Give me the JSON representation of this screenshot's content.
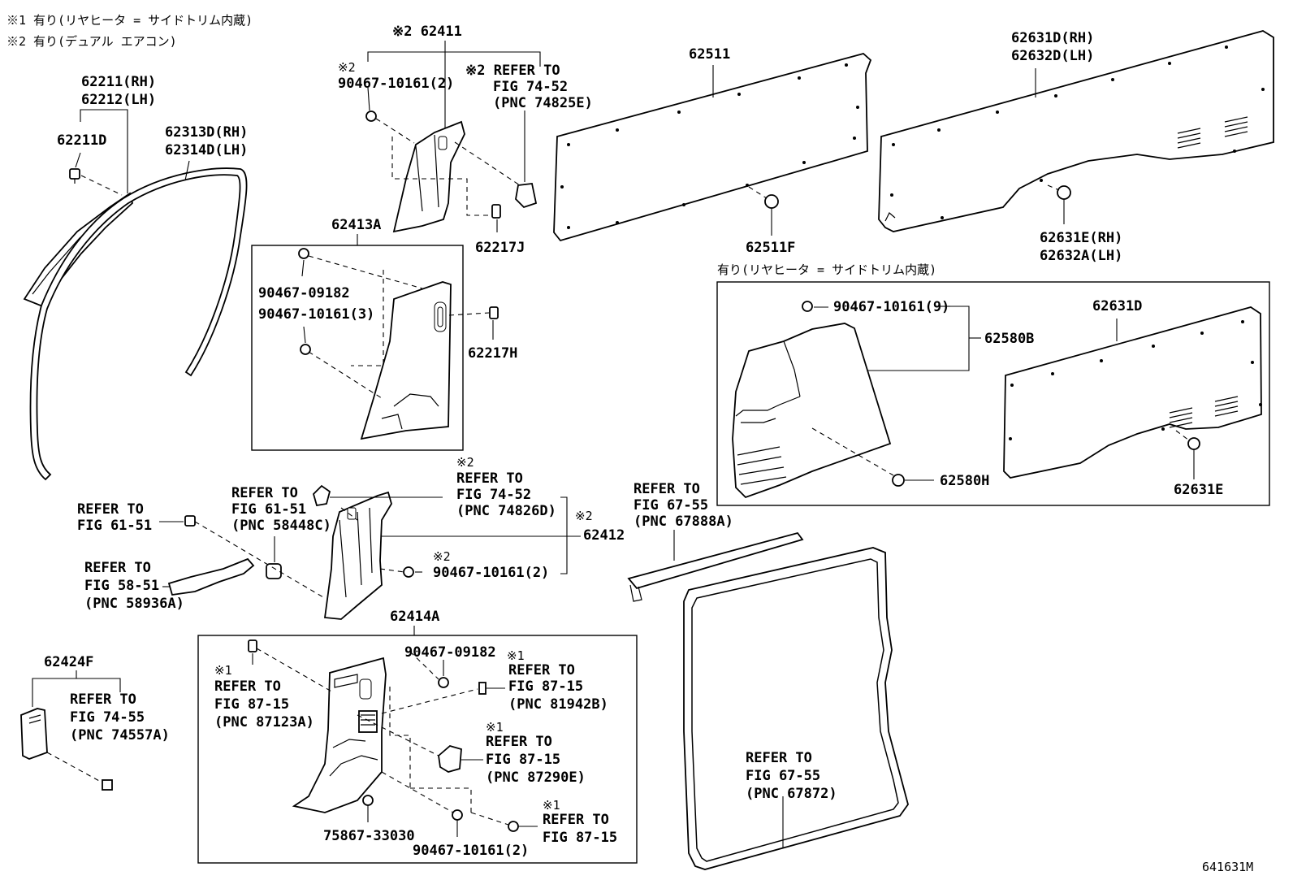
{
  "notes": {
    "note1": "※1 有り(リヤヒータ = サイドトリム内蔵)",
    "note2": "※2 有り(デュアル エアコン)",
    "rear_heater_box": "有り(リヤヒータ = サイドトリム内蔵)"
  },
  "labels": {
    "p62211_rh": "62211(RH)",
    "p62212_lh": "62212(LH)",
    "p62211d": "62211D",
    "p62313d_rh": "62313D(RH)",
    "p62314d_lh": "62314D(LH)",
    "mark2_62411": "※2 62411",
    "mark2_a": "※2",
    "p90467_10161_2a": "90467-10161(2)",
    "mark2_refer_74_52": "※2 REFER TO",
    "fig_74_52_a": "FIG 74-52",
    "pnc_74825e": "(PNC 74825E)",
    "p62511": "62511",
    "p62631d_rh": "62631D(RH)",
    "p62632d_lh": "62632D(LH)",
    "p62413a": "62413A",
    "p90467_09182_a": "90467-09182",
    "p90467_10161_3": "90467-10161(3)",
    "p62217j": "62217J",
    "p62217h": "62217H",
    "p62511f": "62511F",
    "p62631e_rh": "62631E(RH)",
    "p62632a_lh": "62632A(LH)",
    "p90467_10161_9": "90467-10161(9)",
    "p62580b": "62580B",
    "p62631d": "62631D",
    "p62580h": "62580H",
    "p62631e": "62631E",
    "mark2_b": "※2",
    "refer_to_74_52b": "REFER TO",
    "fig_74_52_b": "FIG 74-52",
    "pnc_74826d": "(PNC 74826D)",
    "refer_to_61_51a": "REFER TO",
    "fig_61_51a": "FIG 61-51",
    "refer_to_61_51b": "REFER TO",
    "fig_61_51b": "FIG 61-51",
    "pnc_58448c": "(PNC 58448C)",
    "mark2_62412": "※2",
    "p62412": "62412",
    "mark2_c": "※2",
    "p90467_10161_2b": "90467-10161(2)",
    "refer_to_58_51": "REFER TO",
    "fig_58_51": "FIG 58-51",
    "pnc_58936a": "(PNC 58936A)",
    "refer_to_67_55a": "REFER TO",
    "fig_67_55a": "FIG 67-55",
    "pnc_67888a": "(PNC 67888A)",
    "p62414a": "62414A",
    "p62424f": "62424F",
    "refer_to_74_55": "REFER TO",
    "fig_74_55": "FIG 74-55",
    "pnc_74557a": "(PNC 74557A)",
    "p90467_09182_b": "90467-09182",
    "mark1_a": "※1",
    "refer_to_87_15a": "REFER TO",
    "fig_87_15a": "FIG 87-15",
    "pnc_81942b": "(PNC 81942B)",
    "mark1_b": "※1",
    "refer_to_87_15b": "REFER TO",
    "fig_87_15b": "FIG 87-15",
    "pnc_87123a": "(PNC 87123A)",
    "mark1_c": "※1",
    "refer_to_87_15c": "REFER TO",
    "fig_87_15c": "FIG 87-15",
    "pnc_87290e": "(PNC 87290E)",
    "p75867_33030": "75867-33030",
    "p90467_10161_2c": "90467-10161(2)",
    "mark1_d": "※1",
    "refer_to_87_15d": "REFER TO",
    "fig_87_15d": "FIG 87-15",
    "refer_to_67_55b": "REFER TO",
    "fig_67_55b": "FIG 67-55",
    "pnc_67872": "(PNC 67872)",
    "figure_id": "641631M"
  }
}
